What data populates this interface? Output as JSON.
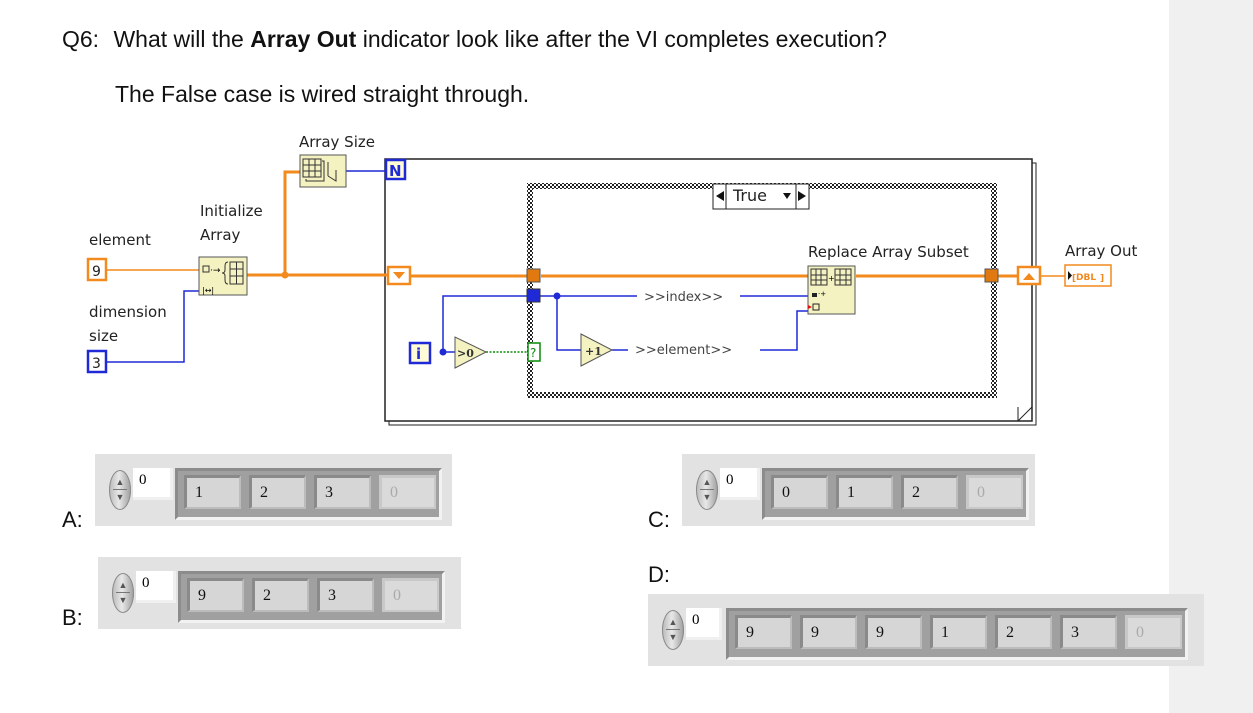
{
  "question": {
    "number": "Q6:",
    "text_before": "What will the ",
    "text_bold": "Array Out",
    "text_after": " indicator look like after the VI completes execution?",
    "note": "The False case is wired straight through."
  },
  "diagram": {
    "labels": {
      "element": "element",
      "element_value": "9",
      "dimension_size_line1": "dimension",
      "dimension_size_line2": "size",
      "dimension_size_value": "3",
      "initialize_array_line1": "Initialize",
      "initialize_array_line2": "Array",
      "array_size": "Array Size",
      "count_terminal": "N",
      "iteration_terminal": "i",
      "greater_than_zero": ">0",
      "selector": "?",
      "case_selector_value": "True",
      "increment": "+1",
      "index_wire_label": ">>index>>",
      "element_wire_label": ">>element>>",
      "replace_array_subset": "Replace Array Subset",
      "array_out": "Array Out",
      "array_out_type": "DBL"
    },
    "colors": {
      "orange_wire": "#f28a1e",
      "blue_wire": "#1f2ad6",
      "green_boolean": "#0a8a0a",
      "node_fill": "#f5f2c2"
    }
  },
  "answers": [
    {
      "letter": "A:",
      "index": "0",
      "values": [
        "1",
        "2",
        "3"
      ],
      "empty": "0"
    },
    {
      "letter": "B:",
      "index": "0",
      "values": [
        "9",
        "2",
        "3"
      ],
      "empty": "0"
    },
    {
      "letter": "C:",
      "index": "0",
      "values": [
        "0",
        "1",
        "2"
      ],
      "empty": "0"
    },
    {
      "letter": "D:",
      "index": "0",
      "values": [
        "9",
        "9",
        "9",
        "1",
        "2",
        "3"
      ],
      "empty": "0"
    }
  ]
}
